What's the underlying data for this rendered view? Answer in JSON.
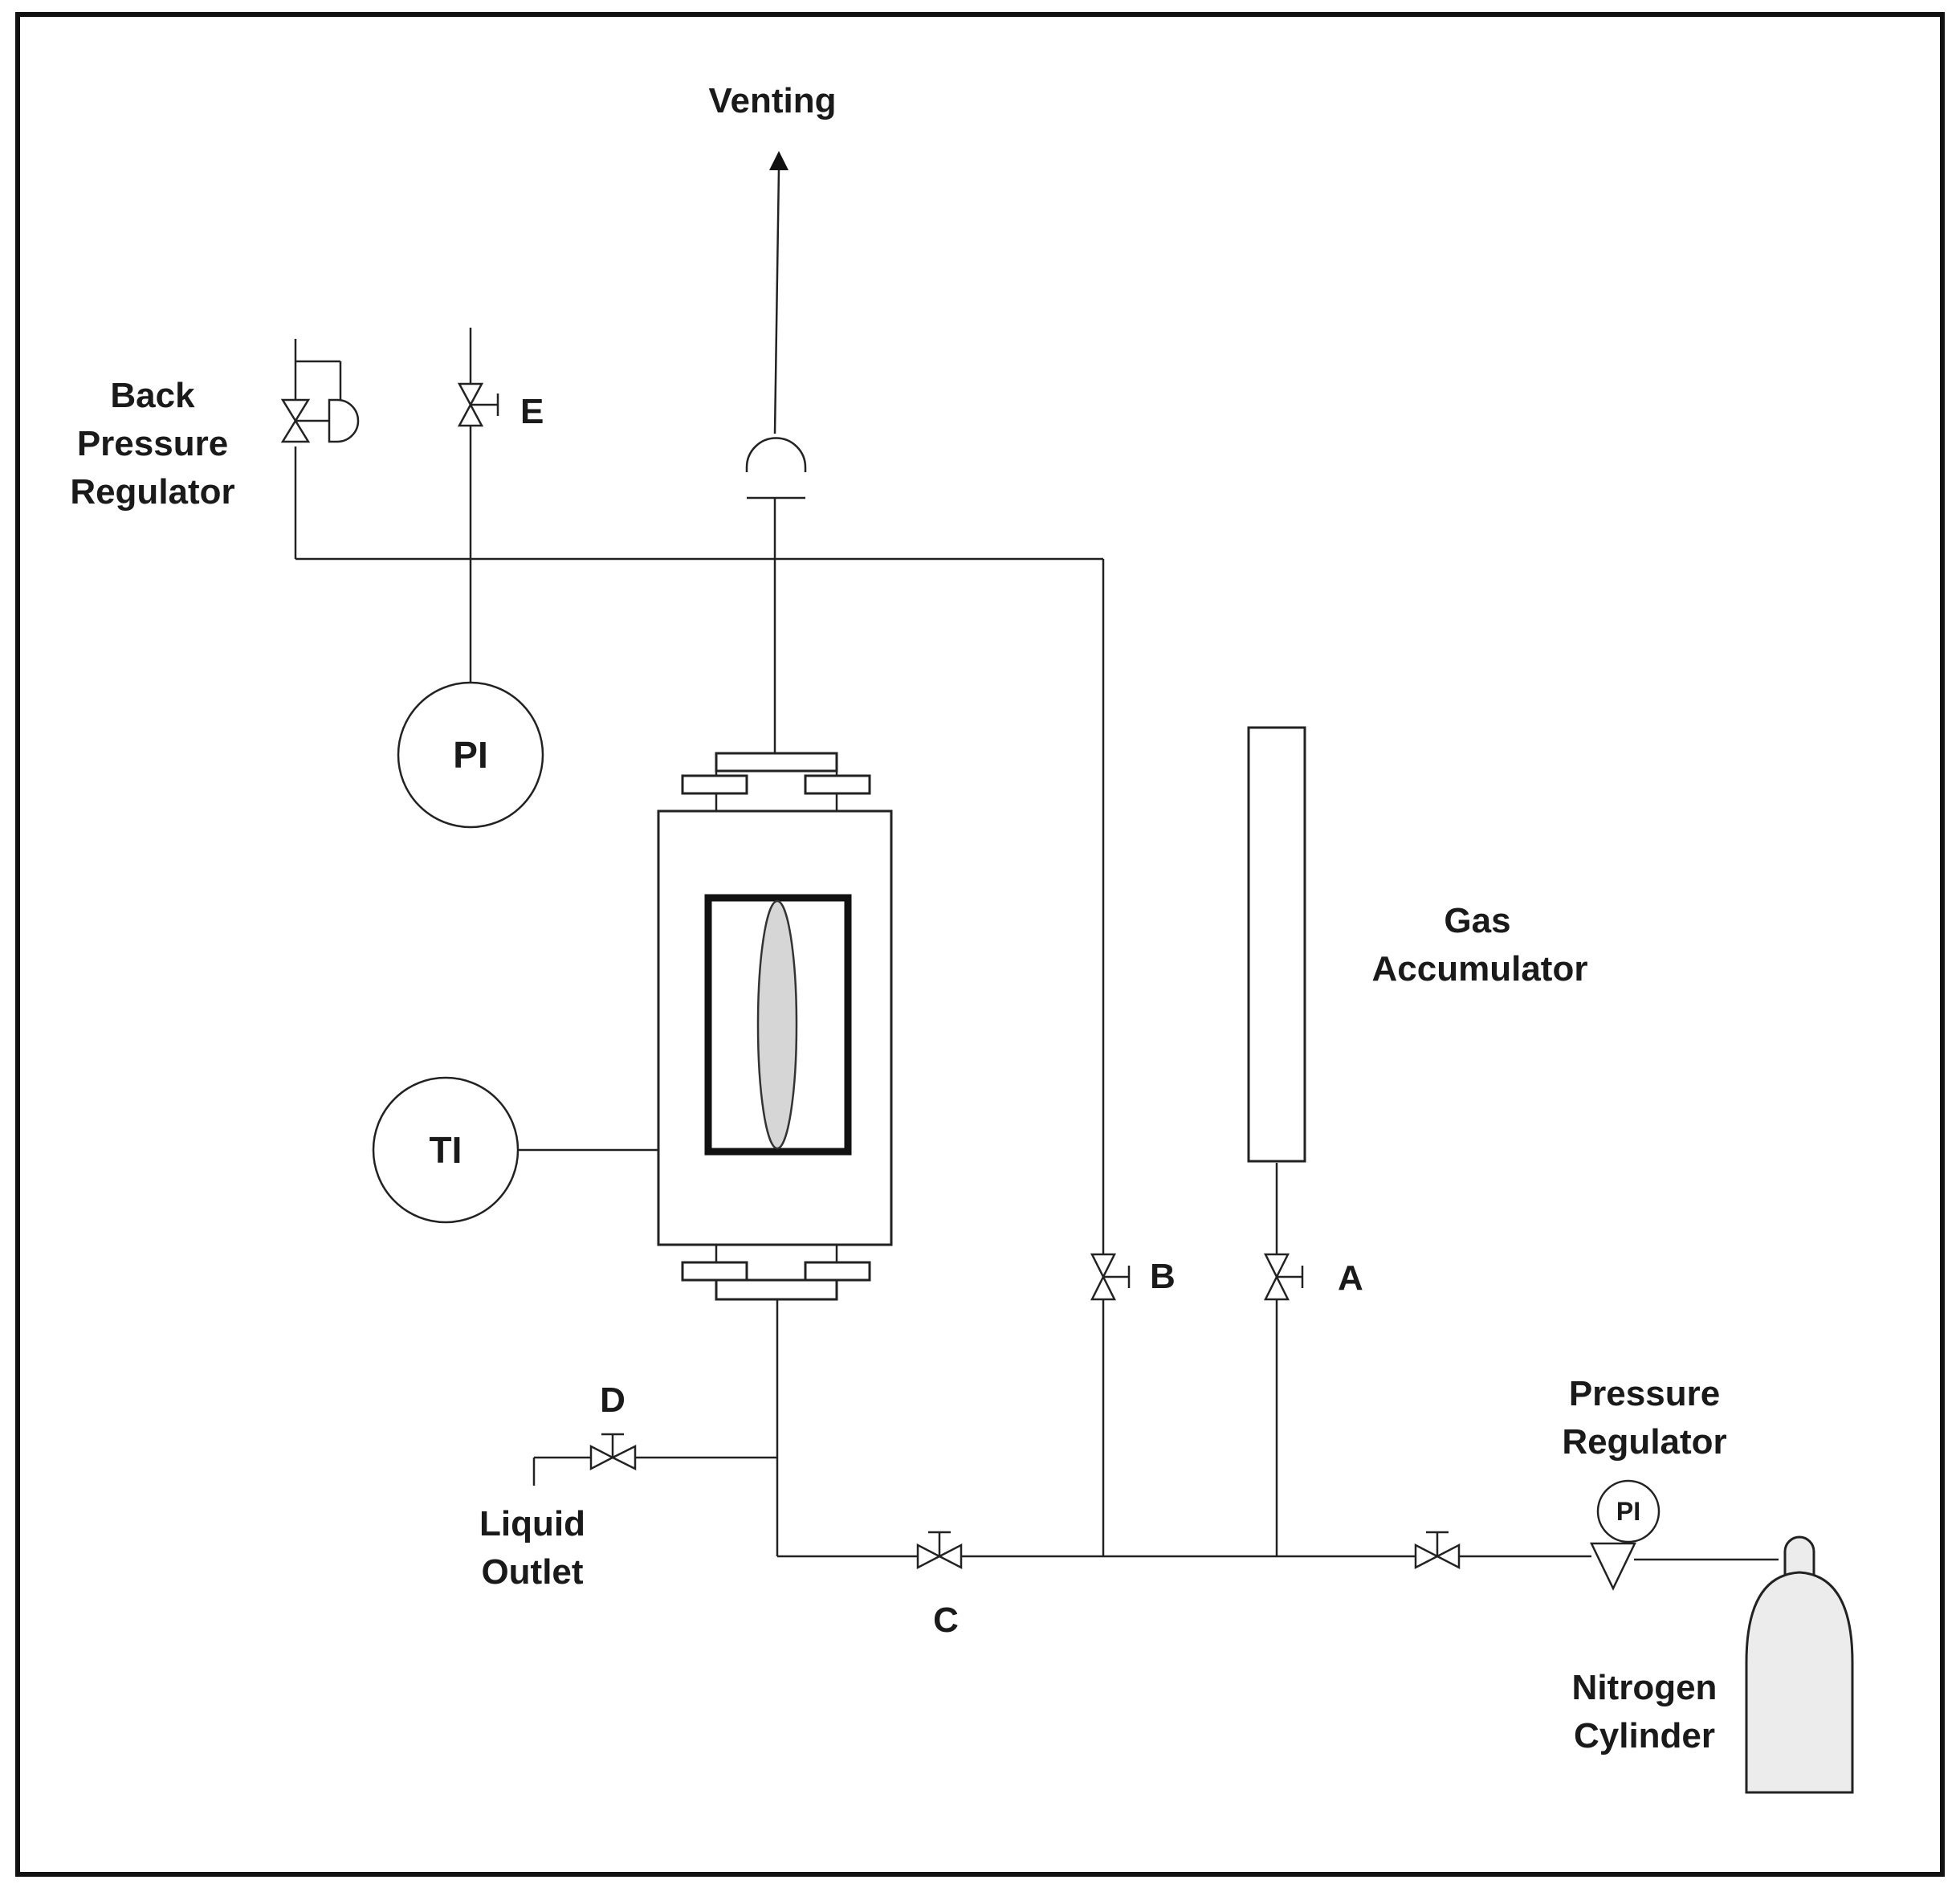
{
  "diagram": {
    "labels": {
      "venting": "Venting",
      "back_pressure_regulator": [
        "Back",
        "Pressure",
        "Regulator"
      ],
      "gas_accumulator": [
        "Gas",
        "Accumulator"
      ],
      "pressure_regulator": [
        "Pressure",
        "Regulator"
      ],
      "liquid_outlet": [
        "Liquid",
        "Outlet"
      ],
      "nitrogen_cylinder": [
        "Nitrogen",
        "Cylinder"
      ]
    },
    "valves": {
      "a": "A",
      "b": "B",
      "c": "C",
      "d": "D",
      "e": "E"
    },
    "instruments": {
      "pressure_indicator": "PI",
      "temperature_indicator": "TI",
      "regulator_gauge": "PI"
    }
  }
}
